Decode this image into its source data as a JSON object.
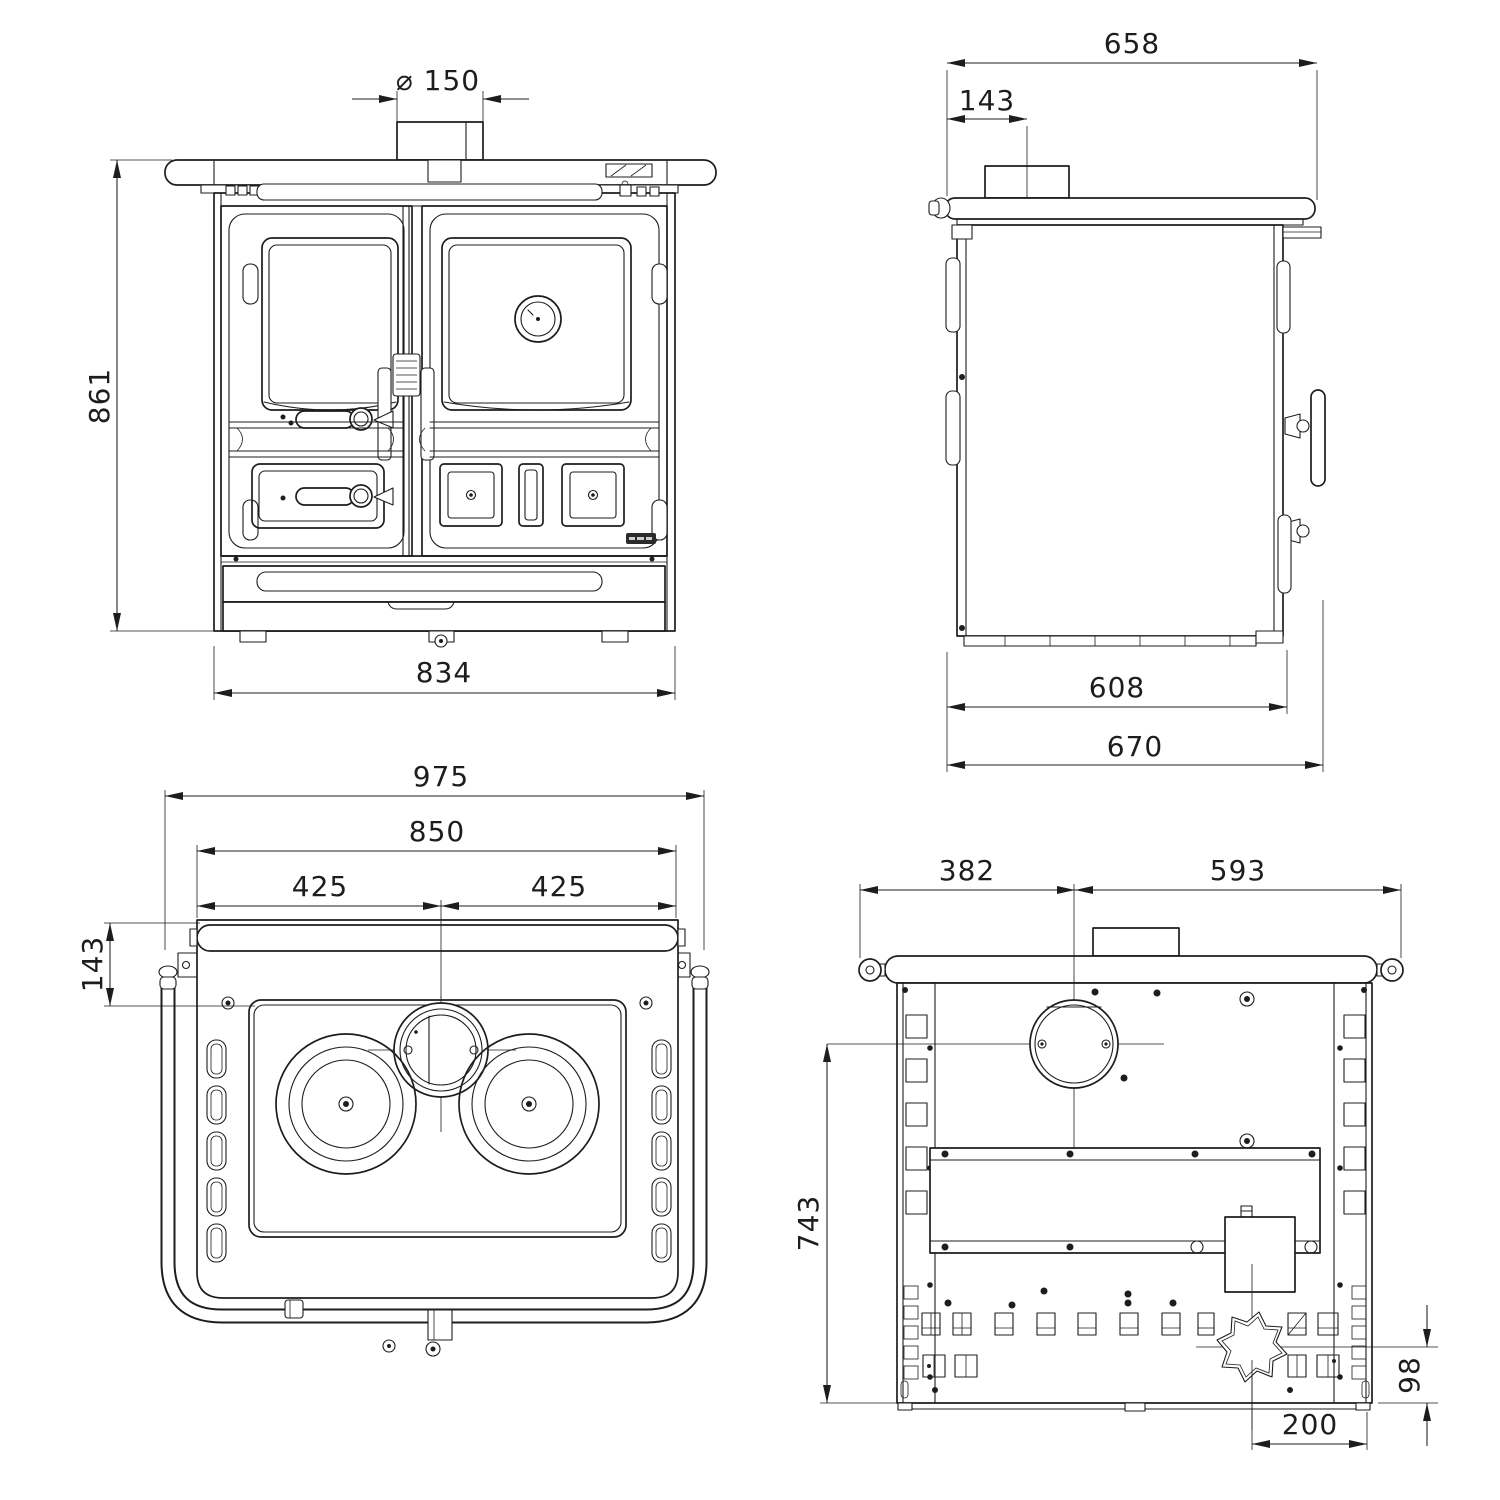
{
  "views": {
    "front": {
      "dims": {
        "flue_diameter": "⌀ 150",
        "height": "861",
        "width": "834"
      }
    },
    "side": {
      "dims": {
        "depth": "658",
        "flue_offset": "143",
        "base_depth": "608",
        "total_depth": "670"
      }
    },
    "top": {
      "dims": {
        "total_width": "975",
        "cooktop_width": "850",
        "flue_left": "425",
        "flue_right": "425",
        "flue_from_back": "143"
      }
    },
    "rear": {
      "dims": {
        "flue_from_left": "382",
        "flue_from_right": "593",
        "flue_center_height": "743",
        "outlet_height": "98",
        "outlet_offset": "200"
      }
    }
  },
  "style": {
    "line_color": "#1d1d1b",
    "background": "#ffffff"
  }
}
